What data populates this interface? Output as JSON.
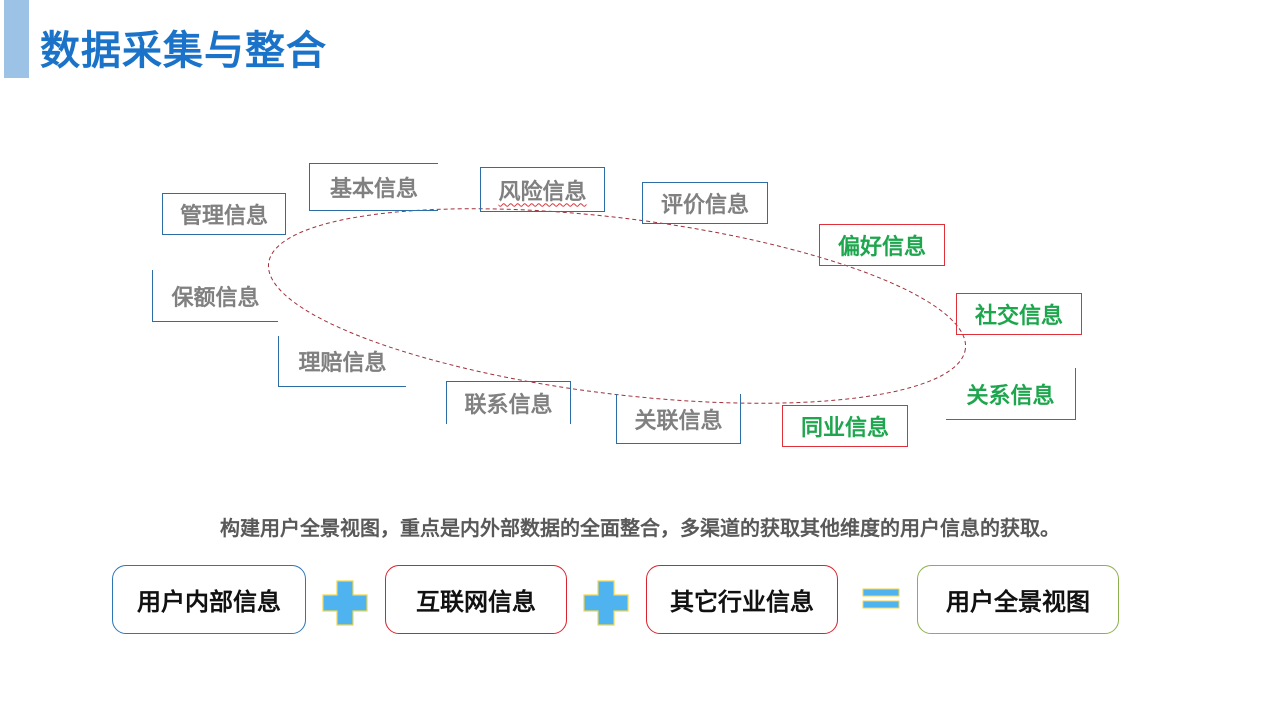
{
  "title": "数据采集与整合",
  "info_tags": [
    {
      "label": "管理信息"
    },
    {
      "label": "基本信息"
    },
    {
      "label": "风险信息"
    },
    {
      "label": "评价信息"
    },
    {
      "label": "偏好信息"
    },
    {
      "label": "保额信息"
    },
    {
      "label": "社交信息"
    },
    {
      "label": "理赔信息"
    },
    {
      "label": "关系信息"
    },
    {
      "label": "联系信息"
    },
    {
      "label": "关联信息"
    },
    {
      "label": "同业信息"
    }
  ],
  "summary": "构建用户全景视图，重点是内外部数据的全面整合，多渠道的获取其他维度的用户信息的获取。",
  "equation": {
    "term1": "用户内部信息",
    "term2": "互联网信息",
    "term3": "其它行业信息",
    "result": "用户全景视图"
  },
  "colors": {
    "title": "#1a73c8",
    "internal_tag_text": "#808080",
    "external_tag_text": "#1ea64e",
    "internal_border": "#2e6ea6",
    "external_border": "#e0303a",
    "ellipse": "#a0303a",
    "operator_fill": "#4fb3f0"
  }
}
